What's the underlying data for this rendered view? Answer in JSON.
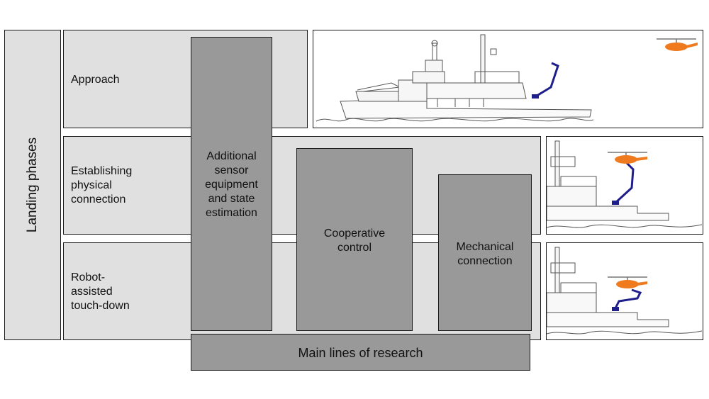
{
  "landing_title": "Landing phases",
  "phases": [
    {
      "label": "Approach"
    },
    {
      "label": "Establishing\nphysical\nconnection"
    },
    {
      "label": "Robot-\nassisted\ntouch-down"
    }
  ],
  "research": {
    "sensor": "Additional\nsensor\nequipment\nand state\nestimation",
    "cooperative": "Cooperative\ncontrol",
    "mechanical": "Mechanical\nconnection",
    "main": "Main lines of research"
  },
  "colors": {
    "helicopter": "#f07a1e",
    "robot_arm": "#1f1f8c",
    "light_box": "#e0e0e0",
    "dark_box": "#999999"
  }
}
